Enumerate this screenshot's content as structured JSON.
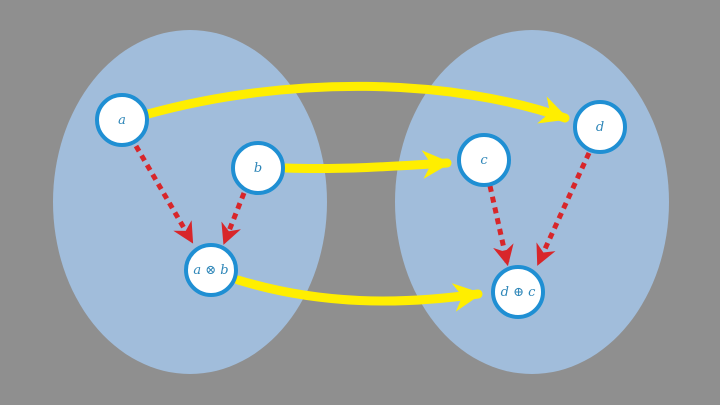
{
  "colors": {
    "background": "#8f8f8f",
    "group_fill": "#a1bddb",
    "node_fill": "#ffffff",
    "node_stroke": "#1f8fd3",
    "label": "#2e86b8",
    "functor_arrow": "#ffee00",
    "morphism_arrow": "#d8262a"
  },
  "nodes": {
    "a": {
      "label": "a"
    },
    "b": {
      "label": "b"
    },
    "ab": {
      "label": "a ⊗ b"
    },
    "c": {
      "label": "c"
    },
    "d": {
      "label": "d"
    },
    "dc": {
      "label": "d ⊕ c"
    }
  }
}
